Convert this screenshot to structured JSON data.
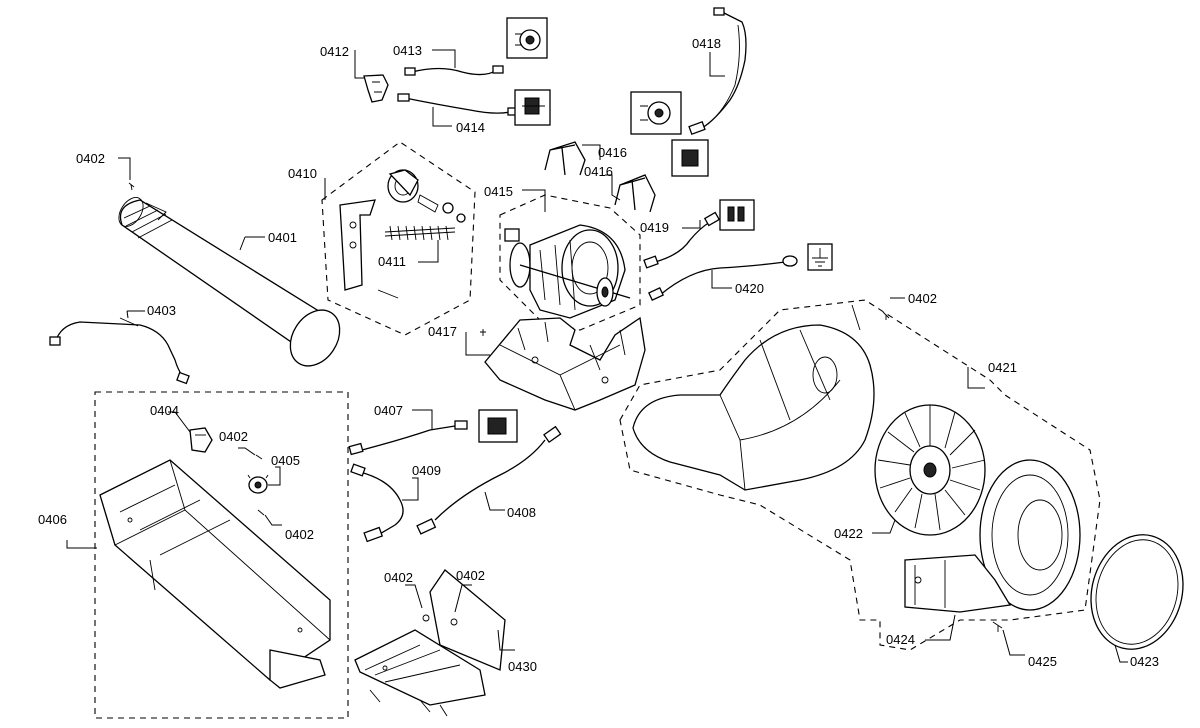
{
  "labels": {
    "p0401": "0401",
    "p0402a": "0402",
    "p0402b": "0402",
    "p0402c": "0402",
    "p0402d": "0402",
    "p0402e": "0402",
    "p0402f": "0402",
    "p0403": "0403",
    "p0404": "0404",
    "p0405": "0405",
    "p0406": "0406",
    "p0407": "0407",
    "p0408": "0408",
    "p0409": "0409",
    "p0410": "0410",
    "p0411": "0411",
    "p0412": "0412",
    "p0413": "0413",
    "p0414": "0414",
    "p0415": "0415",
    "p0416": "0416",
    "p0417": "0417",
    "p0418": "0418",
    "p0419": "0419",
    "p0420": "0420",
    "p0421": "0421",
    "p0422": "0422",
    "p0423": "0423",
    "p0424": "0424",
    "p0425": "0425",
    "p0430": "0430"
  },
  "icons": {
    "ground": "ground-symbol-icon"
  }
}
